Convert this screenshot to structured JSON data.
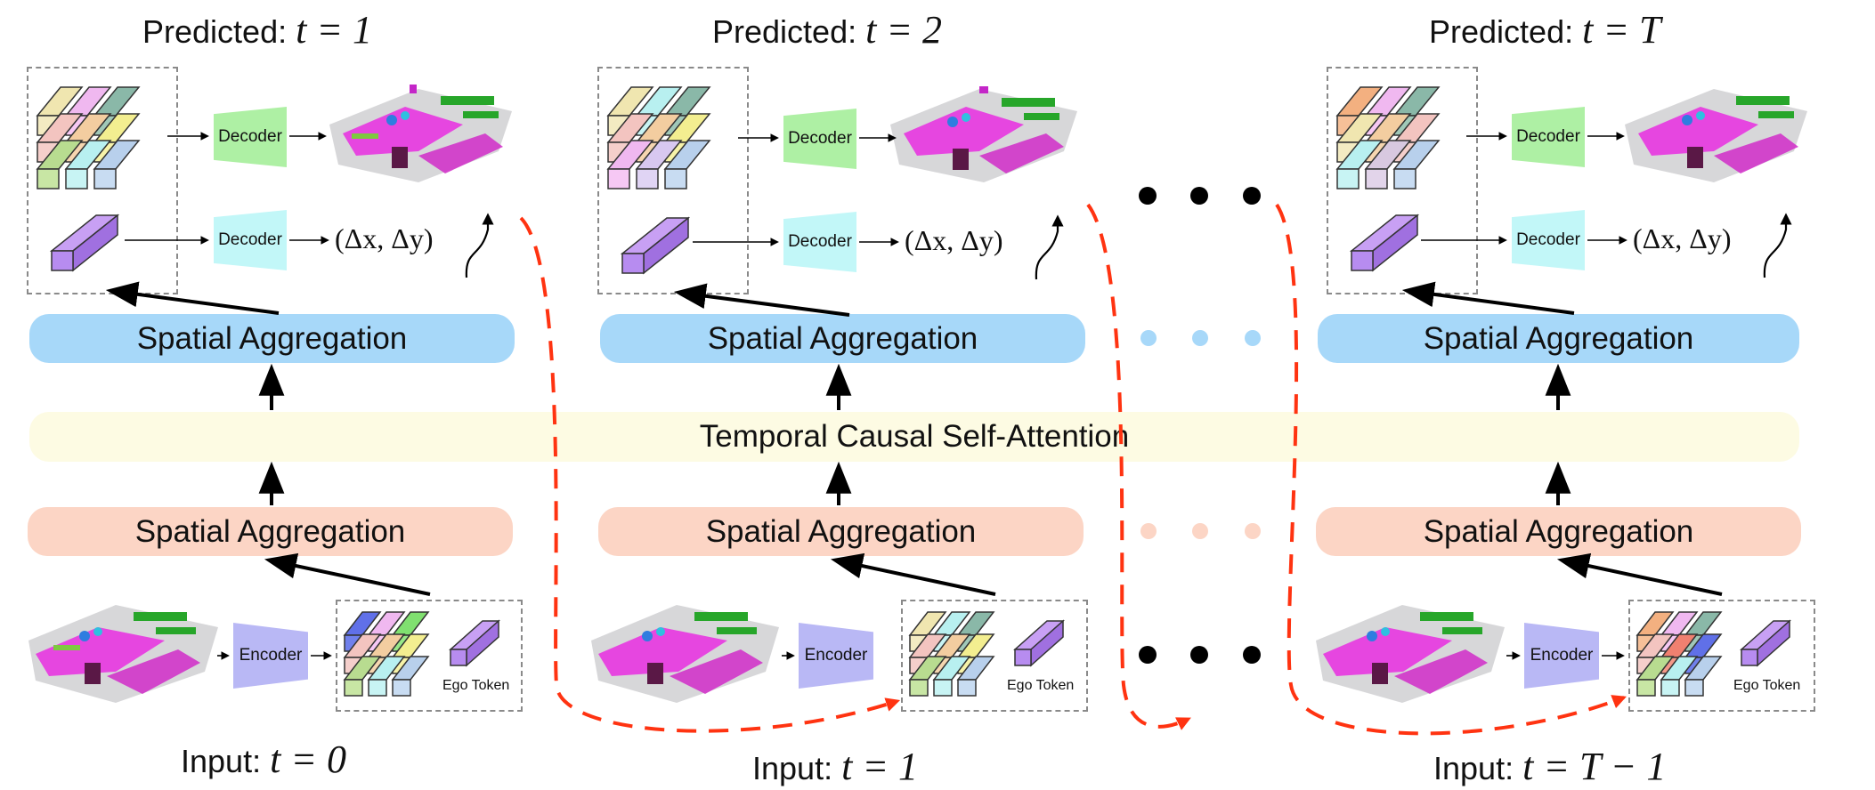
{
  "columns": [
    {
      "pred_label": "Predicted:",
      "pred_math": "t = 1",
      "input_label": "Input:",
      "input_math": "t = 0"
    },
    {
      "pred_label": "Predicted:",
      "pred_math": "t = 2",
      "input_label": "Input:",
      "input_math": "t = 1"
    },
    {
      "pred_label": "Predicted:",
      "pred_math": "t = T",
      "input_label": "Input:",
      "input_math": "t = T − 1"
    }
  ],
  "spatial_aggregation_label": "Spatial Aggregation",
  "temporal_label": "Temporal Causal Self-Attention",
  "decoder_label": "Decoder",
  "encoder_label": "Encoder",
  "ego_token_label": "Ego Token",
  "delta_label": "(Δx, Δy)",
  "colors": {
    "sa_top": "#a7d8f9",
    "sa_bottom": "#fcd5c5",
    "temporal": "#fdfbe3",
    "decoder_scene": "#aef0a4",
    "decoder_ego": "#c2f7f8",
    "encoder": "#b9b8f5",
    "ego_token": "#b78cf0",
    "dashed_arrow": "#ff3311"
  }
}
